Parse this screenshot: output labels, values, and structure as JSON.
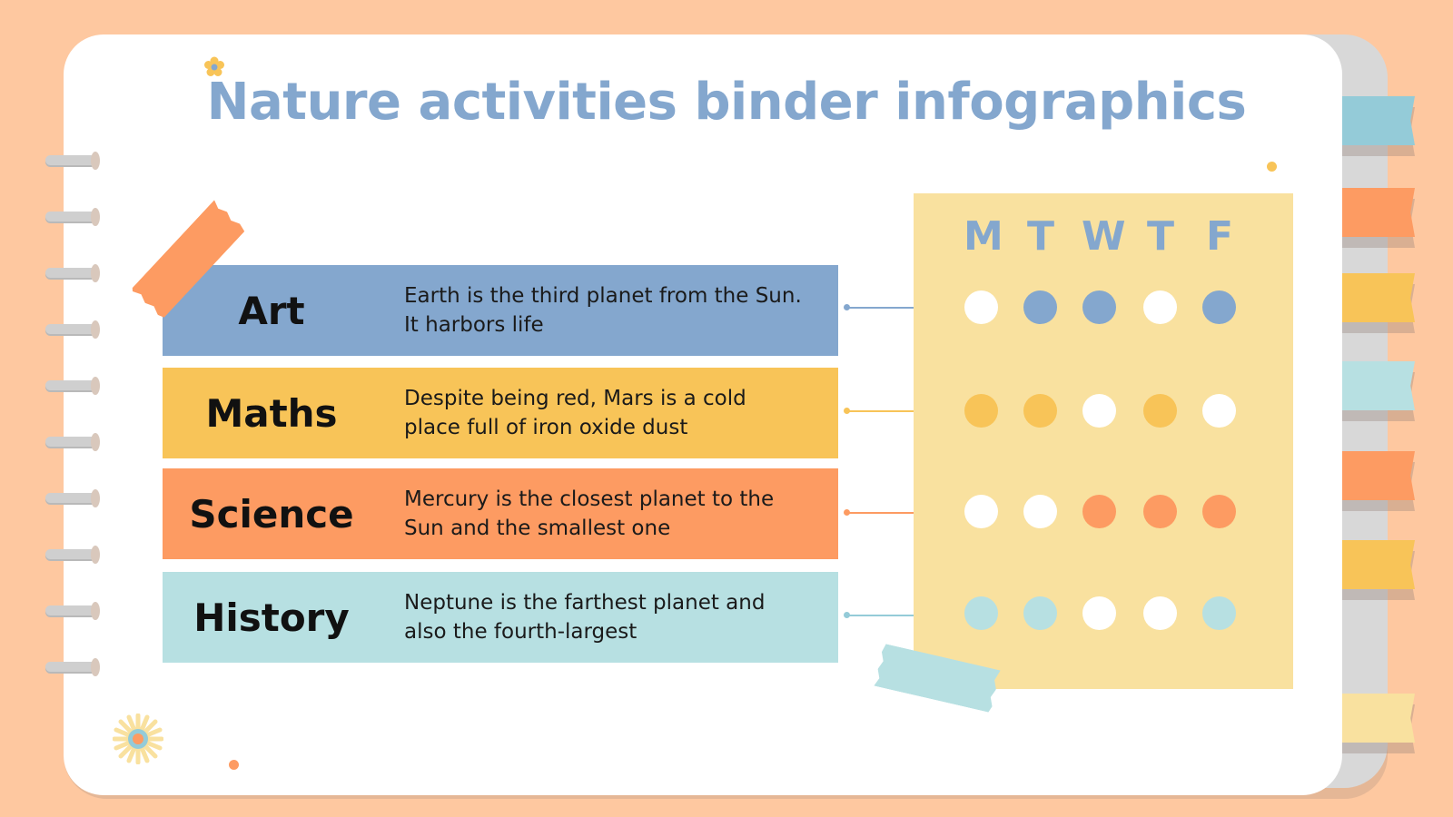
{
  "title": "Nature activities binder infographics",
  "colors": {
    "background": "#fec8a0",
    "page": "#ffffff",
    "title": "#84a7ce",
    "blue": "#84a7ce",
    "yellow": "#f8c458",
    "orange": "#fd9b62",
    "teal": "#b7e0e2",
    "calendar": "#f9e19f",
    "tab_blue": "#94cbd8"
  },
  "subjects": [
    {
      "label": "Art",
      "description": "Earth is the third planet from the Sun. It harbors life",
      "color": "#84a7ce"
    },
    {
      "label": "Maths",
      "description": "Despite being red, Mars is a cold place full of iron oxide dust",
      "color": "#f8c458"
    },
    {
      "label": "Science",
      "description": "Mercury is the closest planet to the Sun and the smallest one",
      "color": "#fd9b62"
    },
    {
      "label": "History",
      "description": "Neptune is the farthest planet and also the fourth-largest",
      "color": "#b7e0e2"
    }
  ],
  "calendar": {
    "days": [
      "M",
      "T",
      "W",
      "T",
      "F"
    ],
    "schedule": [
      {
        "subject": "Art",
        "active": [
          false,
          true,
          true,
          false,
          true
        ]
      },
      {
        "subject": "Maths",
        "active": [
          true,
          true,
          false,
          true,
          false
        ]
      },
      {
        "subject": "Science",
        "active": [
          false,
          false,
          true,
          true,
          true
        ]
      },
      {
        "subject": "History",
        "active": [
          true,
          true,
          false,
          false,
          true
        ]
      }
    ]
  },
  "tabs": [
    "#94cbd8",
    "#fd9b62",
    "#f8c458",
    "#b7e0e2",
    "#fd9b62",
    "#f8c458",
    "#f9e19f"
  ]
}
